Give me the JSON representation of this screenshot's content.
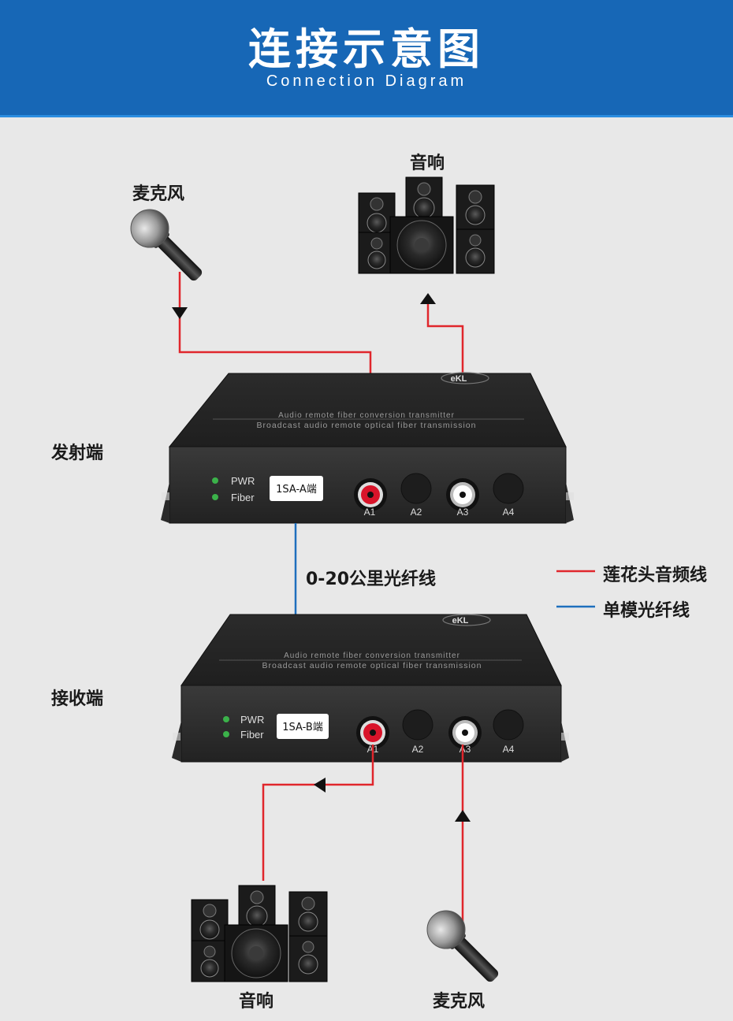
{
  "header": {
    "title": "连接示意图",
    "subtitle": "Connection Diagram"
  },
  "labels": {
    "mic_top": "麦克风",
    "speaker_top": "音响",
    "transmitter_side": "发射端",
    "receiver_side": "接收端",
    "fiber_distance": "0-20公里光纤线",
    "speaker_bottom": "音响",
    "mic_bottom": "麦克风"
  },
  "legend": [
    {
      "label": "莲花头音频线",
      "color": "#e0262c"
    },
    {
      "label": "单模光纤线",
      "color": "#1e6fbd"
    }
  ],
  "transmitter": {
    "brand": "eKL",
    "line1": "Audio remote fiber conversion transmitter",
    "line2": "Broadcast audio remote optical fiber transmission",
    "pwr": "PWR",
    "fiber": "Fiber",
    "model": "1SA-A端",
    "ports": [
      "A1",
      "A2",
      "A3",
      "A4"
    ]
  },
  "receiver": {
    "brand": "eKL",
    "line1": "Audio remote fiber conversion transmitter",
    "line2": "Broadcast audio remote optical fiber transmission",
    "pwr": "PWR",
    "fiber": "Fiber",
    "model": "1SA-B端",
    "ports": [
      "A1",
      "A2",
      "A3",
      "A4"
    ]
  },
  "colors": {
    "header_bg": "#1767b6",
    "audio_line": "#e0262c",
    "fiber_line": "#1e6fbd"
  }
}
